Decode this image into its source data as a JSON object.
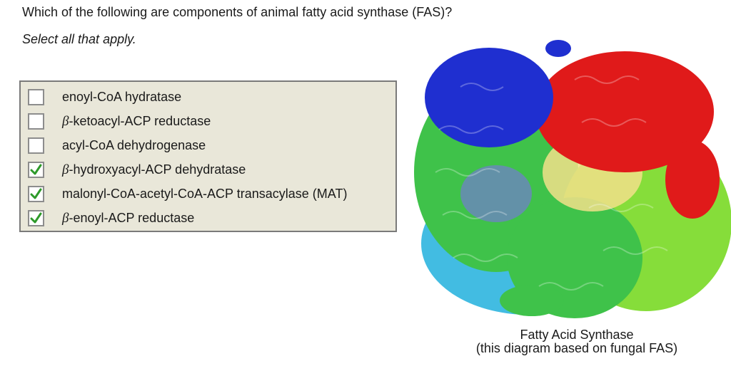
{
  "question": "Which of the following are components of animal fatty acid synthase (FAS)?",
  "instruction": "Select all that apply.",
  "options": [
    {
      "prefix": "",
      "text": "enoyl-CoA hydratase",
      "checked": false
    },
    {
      "prefix": "β",
      "text": "-ketoacyl-ACP reductase",
      "checked": false
    },
    {
      "prefix": "",
      "text": "acyl-CoA dehydrogenase",
      "checked": false
    },
    {
      "prefix": "β",
      "text": "-hydroxyacyl-ACP dehydratase",
      "checked": true
    },
    {
      "prefix": "",
      "text": "malonyl-CoA-acetyl-CoA-ACP transacylase (MAT)",
      "checked": true
    },
    {
      "prefix": "β",
      "text": "-enoyl-ACP reductase",
      "checked": true
    }
  ],
  "figure": {
    "caption_line1": "Fatty Acid Synthase",
    "caption_line2": "(this diagram based on fungal FAS)"
  },
  "colors": {
    "box_bg": "#e9e7d9",
    "check": "#2e9a2a",
    "protein_green": "#3fc24a",
    "protein_lime": "#86dd3a",
    "protein_red": "#e01a1a",
    "protein_blue": "#1f2fd0",
    "protein_cyan": "#38b8e0",
    "protein_yellow": "#f2e08a"
  },
  "icons": {
    "check": "checkmark-icon"
  }
}
